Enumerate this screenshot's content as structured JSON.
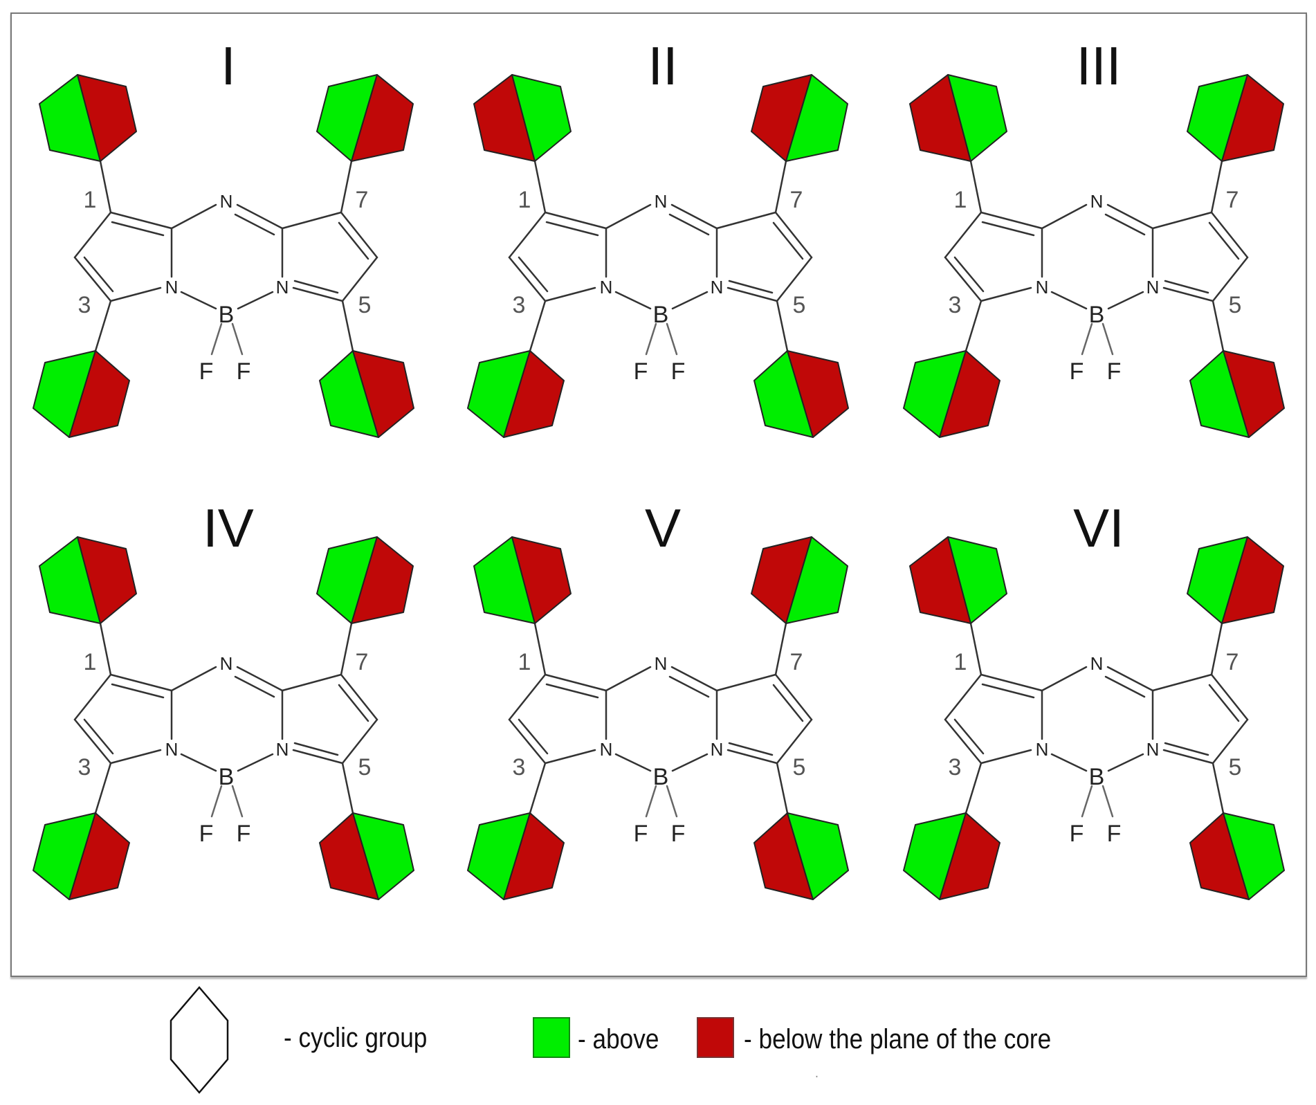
{
  "figure": {
    "colors": {
      "above": "#00ee00",
      "below": "#c00808",
      "frame": "#777777",
      "bond": "#333333",
      "label": "#555555"
    },
    "core_atoms": {
      "meso_n": "N",
      "left_n": "N",
      "right_n": "N",
      "boron": "B",
      "fluorine_left": "F",
      "fluorine_right": "F"
    },
    "position_labels": {
      "p1": "1",
      "p3": "3",
      "p5": "5",
      "p7": "7"
    },
    "panels": [
      {
        "id": "I",
        "label": "I",
        "substituents": {
          "pos1": "green-red",
          "pos7": "green-red",
          "pos3": "green-red",
          "pos5": "green-red"
        }
      },
      {
        "id": "II",
        "label": "II",
        "substituents": {
          "pos1": "red-green",
          "pos7": "red-green",
          "pos3": "green-red",
          "pos5": "green-red"
        }
      },
      {
        "id": "III",
        "label": "III",
        "substituents": {
          "pos1": "red-green",
          "pos7": "green-red",
          "pos3": "green-red",
          "pos5": "green-red"
        }
      },
      {
        "id": "IV",
        "label": "IV",
        "substituents": {
          "pos1": "green-red",
          "pos7": "green-red",
          "pos3": "green-red",
          "pos5": "red-green"
        }
      },
      {
        "id": "V",
        "label": "V",
        "substituents": {
          "pos1": "green-red",
          "pos7": "red-green",
          "pos3": "green-red",
          "pos5": "red-green"
        }
      },
      {
        "id": "VI",
        "label": "VI",
        "substituents": {
          "pos1": "red-green",
          "pos7": "green-red",
          "pos3": "green-red",
          "pos5": "red-green"
        }
      }
    ]
  },
  "legend": {
    "cyclic_group": "- cyclic group",
    "above": "- above",
    "below": "- below the plane of the core",
    "dot": "."
  }
}
